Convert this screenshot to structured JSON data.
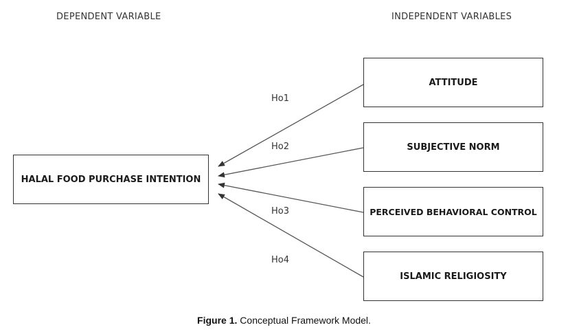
{
  "headers": {
    "dependent": "DEPENDENT VARIABLE",
    "independent": "INDEPENDENT VARIABLES"
  },
  "dependent_box": {
    "label": "HALAL FOOD PURCHASE INTENTION"
  },
  "independent_boxes": [
    {
      "label": "ATTITUDE"
    },
    {
      "label": "SUBJECTIVE NORM"
    },
    {
      "label": "PERCEIVED BEHAVIORAL CONTROL"
    },
    {
      "label": "ISLAMIC RELIGIOSITY"
    }
  ],
  "hypotheses": [
    "Ho1",
    "Ho2",
    "Ho3",
    "Ho4"
  ],
  "caption": {
    "figure": "Figure 1.",
    "text": " Conceptual Framework Model."
  },
  "colors": {
    "line": "#555555",
    "border": "#333333"
  }
}
